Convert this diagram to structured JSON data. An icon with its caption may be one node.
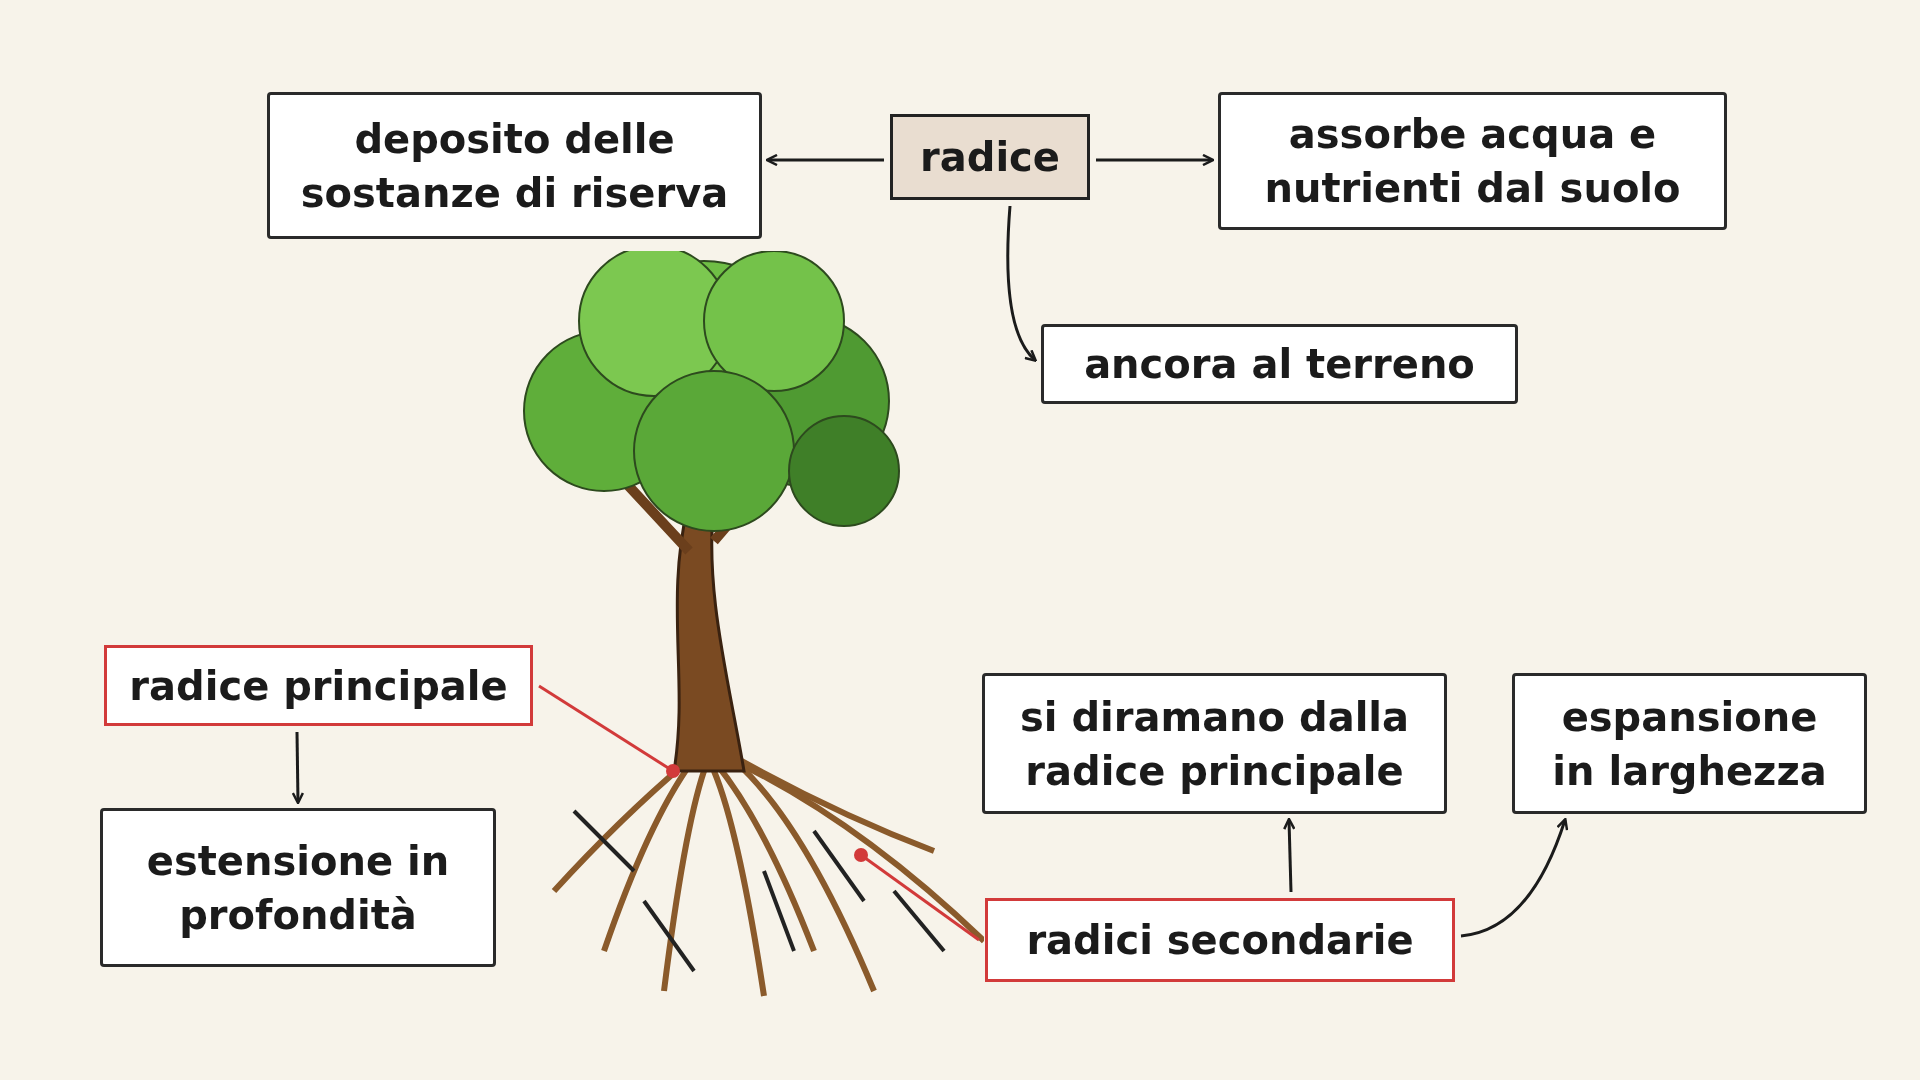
{
  "diagram": {
    "nodes": [
      {
        "text": [
          "radice"
        ]
      },
      {
        "text": [
          "deposito delle sostanze di riserva"
        ]
      },
      {
        "text": [
          "assorbe acqua e nutrienti dal suolo"
        ]
      },
      {
        "text": [
          "ancora al terreno"
        ]
      },
      {
        "text": [
          "radice principale"
        ]
      },
      {
        "text": [
          "estensione in profondità"
        ]
      },
      {
        "text": [
          "si diramano dalla radice principale"
        ]
      },
      {
        "text": [
          "espansione in larghezza"
        ]
      },
      {
        "text": [
          "radici secondarie"
        ]
      },
      {
        "text": [],
        "shape": "picture"
      }
    ],
    "edges": [
      {
        "from": 0,
        "to": 1,
        "arrow": "to"
      },
      {
        "from": 0,
        "to": 2,
        "arrow": "to"
      },
      {
        "from": 0,
        "to": 3,
        "arrow": "to"
      },
      {
        "from": 4,
        "to": 5,
        "arrow": "to"
      },
      {
        "from": 8,
        "to": 6,
        "arrow": "to"
      },
      {
        "from": 8,
        "to": 7,
        "arrow": "to"
      },
      {
        "from": 4,
        "to": 9,
        "arrow": "other",
        "color": "#d23a3a"
      },
      {
        "from": 8,
        "to": 9,
        "arrow": "other",
        "color": "#d23a3a"
      }
    ]
  }
}
